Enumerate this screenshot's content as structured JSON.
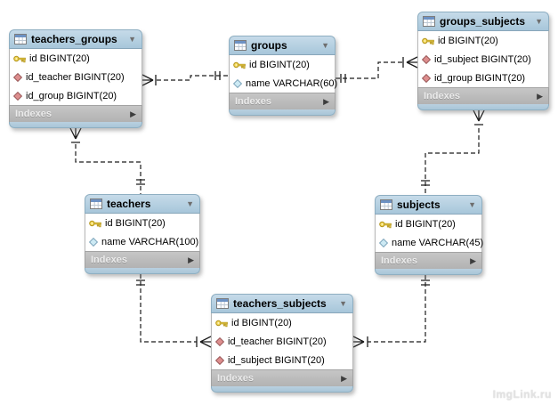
{
  "app": {
    "view": "eer-diagram",
    "watermark": "ImgLink.ru"
  },
  "labels": {
    "indexes": "Indexes"
  },
  "colors": {
    "table_header_blue": "#a7c6da",
    "row_background": "#ffffff",
    "indexes_bar_gray": "#bcbcbc",
    "primary_key_yellow": "#f0d050",
    "foreign_key_red": "#dd8e8e",
    "attribute_cyan": "#cdeaf4",
    "relationship_line": "#1c1c1c"
  },
  "tables": [
    {
      "name": "teachers_groups",
      "columns": [
        {
          "label": "id BIGINT(20)",
          "icon": "primary-key"
        },
        {
          "label": "id_teacher BIGINT(20)",
          "icon": "foreign-key"
        },
        {
          "label": "id_group BIGINT(20)",
          "icon": "foreign-key"
        }
      ]
    },
    {
      "name": "groups",
      "columns": [
        {
          "label": "id BIGINT(20)",
          "icon": "primary-key"
        },
        {
          "label": "name VARCHAR(60)",
          "icon": "attribute"
        }
      ]
    },
    {
      "name": "groups_subjects",
      "columns": [
        {
          "label": "id BIGINT(20)",
          "icon": "primary-key"
        },
        {
          "label": "id_subject BIGINT(20)",
          "icon": "foreign-key"
        },
        {
          "label": "id_group BIGINT(20)",
          "icon": "foreign-key"
        }
      ]
    },
    {
      "name": "teachers",
      "columns": [
        {
          "label": "id BIGINT(20)",
          "icon": "primary-key"
        },
        {
          "label": "name VARCHAR(100)",
          "icon": "attribute"
        }
      ]
    },
    {
      "name": "subjects",
      "columns": [
        {
          "label": "id BIGINT(20)",
          "icon": "primary-key"
        },
        {
          "label": "name VARCHAR(45)",
          "icon": "attribute"
        }
      ]
    },
    {
      "name": "teachers_subjects",
      "columns": [
        {
          "label": "id BIGINT(20)",
          "icon": "primary-key"
        },
        {
          "label": "id_teacher BIGINT(20)",
          "icon": "foreign-key"
        },
        {
          "label": "id_subject BIGINT(20)",
          "icon": "foreign-key"
        }
      ]
    }
  ],
  "relationships": [
    {
      "many_side": "teachers_groups",
      "one_side": "groups",
      "style": "dashed-non-identifying"
    },
    {
      "many_side": "groups_subjects",
      "one_side": "groups",
      "style": "dashed-non-identifying"
    },
    {
      "many_side": "teachers_groups",
      "one_side": "teachers",
      "style": "dashed-non-identifying"
    },
    {
      "many_side": "groups_subjects",
      "one_side": "subjects",
      "style": "dashed-non-identifying"
    },
    {
      "many_side": "teachers_subjects",
      "one_side": "teachers",
      "style": "dashed-non-identifying"
    },
    {
      "many_side": "teachers_subjects",
      "one_side": "subjects",
      "style": "dashed-non-identifying"
    }
  ]
}
